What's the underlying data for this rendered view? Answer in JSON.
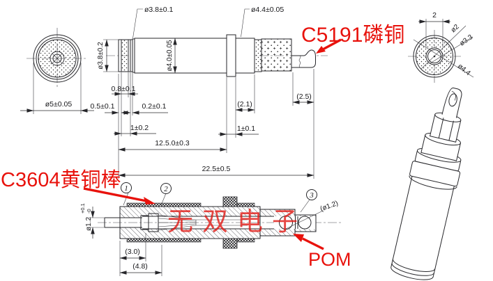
{
  "colors": {
    "line": "#26262a",
    "red": "#e8120c"
  },
  "front_view": {
    "diameter": "ø5±0.05"
  },
  "side_view": {
    "dia_left": "ø3.8±0.2",
    "dia_ring": "ø3.8±0.1",
    "dia_shaft": "ø4.0±0.05",
    "dia_collar": "ø4.4±0.05",
    "dim_step1": "0.8±0.1",
    "dim_cap": "0.5±0.1",
    "dim_groove": "0.2±0.1",
    "dim_band": "1±0.2",
    "dim_neck": "(2.1)",
    "dim_collar_w": "1±0.1",
    "dim_tip": "(2.5)",
    "dim_body": "12.5.0±0.3",
    "dim_total": "22.5±0.5"
  },
  "end_view": {
    "flat_width": "2",
    "d_hole": "ø2",
    "d_mid": "ø3.3",
    "d_outer": "ø4.4"
  },
  "section_view": {
    "bore_dia": "ø1.2",
    "bore_tol_up": "+0.1",
    "bore_tol_dn": "-0",
    "dim_socket": "(3.0)",
    "dim_entry": "(4.8)",
    "dim_ball": "(ø1.2)",
    "balloon_1": "1",
    "balloon_2": "2",
    "balloon_3": "3"
  },
  "labels": {
    "tip_material": "C5191磷铜",
    "body_material": "C3604黄铜棒",
    "insulator_material": "POM",
    "watermark": "无双电子"
  }
}
